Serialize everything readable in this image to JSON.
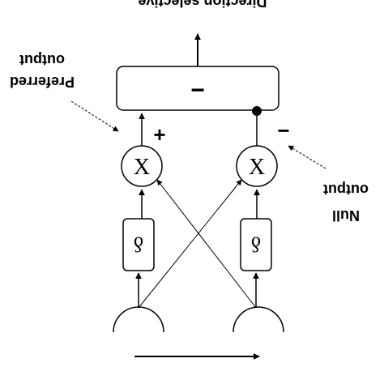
{
  "title": "Direction selective",
  "subtraction_symbol": "−",
  "multiplier_symbol": "X",
  "delay_symbol": "δ",
  "plus_sign": "+",
  "minus_sign": "−",
  "preferred_label": {
    "line1": "Preferred",
    "line2": "output"
  },
  "null_label": {
    "line1": "Null",
    "line2": "output"
  },
  "colors": {
    "ink": "#000000",
    "background": "#ffffff"
  }
}
